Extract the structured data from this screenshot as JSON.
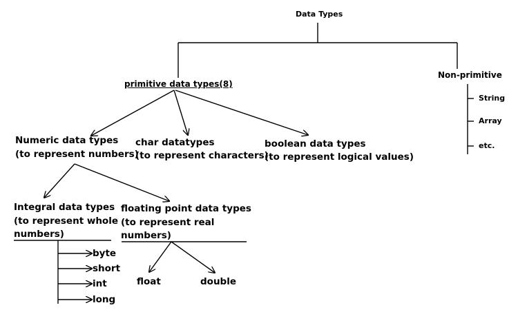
{
  "root": {
    "title": "Data Types"
  },
  "primitive": {
    "title": "primitive data types(8)"
  },
  "non_primitive": {
    "title": "Non-primitive",
    "items": [
      "String",
      "Array",
      "etc."
    ]
  },
  "numeric": {
    "line1": "Numeric data types",
    "line2": "(to represent numbers)"
  },
  "char": {
    "line1": "char datatypes",
    "line2": "(to represent characters)"
  },
  "boolean": {
    "line1": "boolean data types",
    "line2": "(to represent logical values)"
  },
  "integral": {
    "line1": "Integral data types",
    "line2": "(to represent whole",
    "line3": "numbers)",
    "items": [
      "byte",
      "short",
      "int",
      "long"
    ]
  },
  "floating": {
    "line1": "floating point data types",
    "line2": "(to represent real",
    "line3": "numbers)",
    "items": [
      "float",
      "double"
    ]
  },
  "colors": {
    "line": "#000000",
    "text": "#000000"
  }
}
